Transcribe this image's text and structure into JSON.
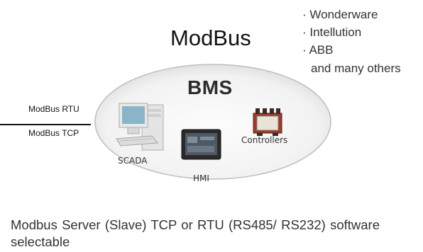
{
  "title": "ModBus",
  "vendors": [
    "· Wonderware",
    "· Intellution",
    "· ABB",
    "and many others"
  ],
  "center": "BMS",
  "protocols": [
    "ModBus RTU",
    "ModBus TCP"
  ],
  "devices": {
    "scada": "SCADA",
    "hmi": "HMI",
    "controllers": "Controllers"
  },
  "caption": "Modbus Server (Slave) TCP or RTU (RS485/ RS232) software selectable"
}
